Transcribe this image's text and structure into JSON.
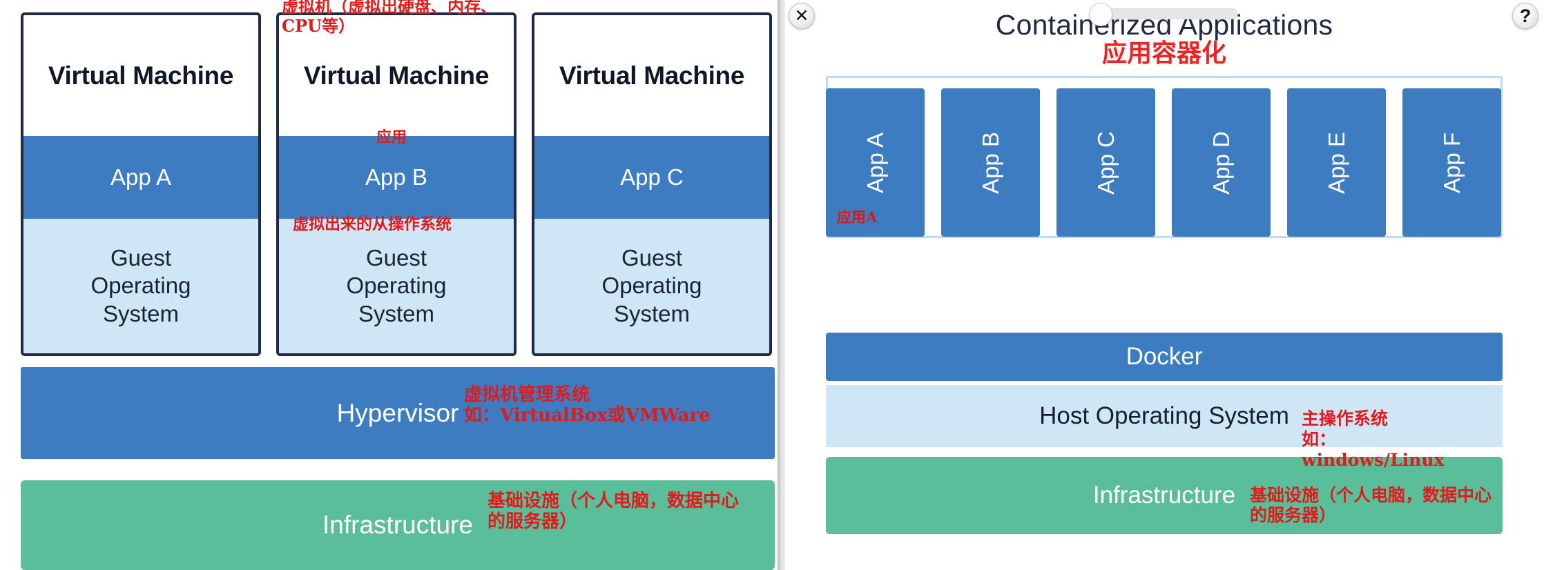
{
  "left_panel": {
    "name": "virtual-machine-architecture",
    "vm_columns": [
      {
        "title": "Virtual Machine",
        "app": "App A",
        "guest_os": "Guest\nOperating\nSystem"
      },
      {
        "title": "Virtual Machine",
        "app": "App B",
        "guest_os": "Guest\nOperating\nSystem"
      },
      {
        "title": "Virtual Machine",
        "app": "App C",
        "guest_os": "Guest\nOperating\nSystem"
      }
    ],
    "hypervisor_label": "Hypervisor",
    "infrastructure_label": "Infrastructure",
    "annotations": {
      "vm_top": "虚拟机（虚拟出硬盘、内存、CPU等）",
      "app_b": "应用",
      "guest_os": "虚拟出来的从操作系统",
      "hypervisor": "虚拟机管理系统\n如：VirtualBox或VMWare",
      "infrastructure": "基础设施（个人电脑，数据中心的服务器）"
    }
  },
  "right_panel": {
    "name": "containerized-applications",
    "title_en": "Containerized Applications",
    "title_cn": "应用容器化",
    "app_boxes": [
      {
        "label": "App A",
        "note": "应用A"
      },
      {
        "label": "App B",
        "note": ""
      },
      {
        "label": "App C",
        "note": ""
      },
      {
        "label": "App D",
        "note": ""
      },
      {
        "label": "App E",
        "note": ""
      },
      {
        "label": "App F",
        "note": ""
      }
    ],
    "docker_label": "Docker",
    "host_os_label": "Host Operating System",
    "infrastructure_label": "Infrastructure",
    "annotations": {
      "host_os": "主操作系统\n如：\nwindows/Linux",
      "infrastructure": "基础设施（个人电脑，数据中心的服务器）"
    },
    "controls": {
      "close_glyph": "✕",
      "help_glyph": "?"
    }
  },
  "colors": {
    "app_blue": "#3d7cc0",
    "guest_light_blue": "#cfe6f7",
    "infrastructure_green": "#5bbe9b",
    "annotation_red": "#e01b1b",
    "vm_border": "#1f2a44"
  }
}
